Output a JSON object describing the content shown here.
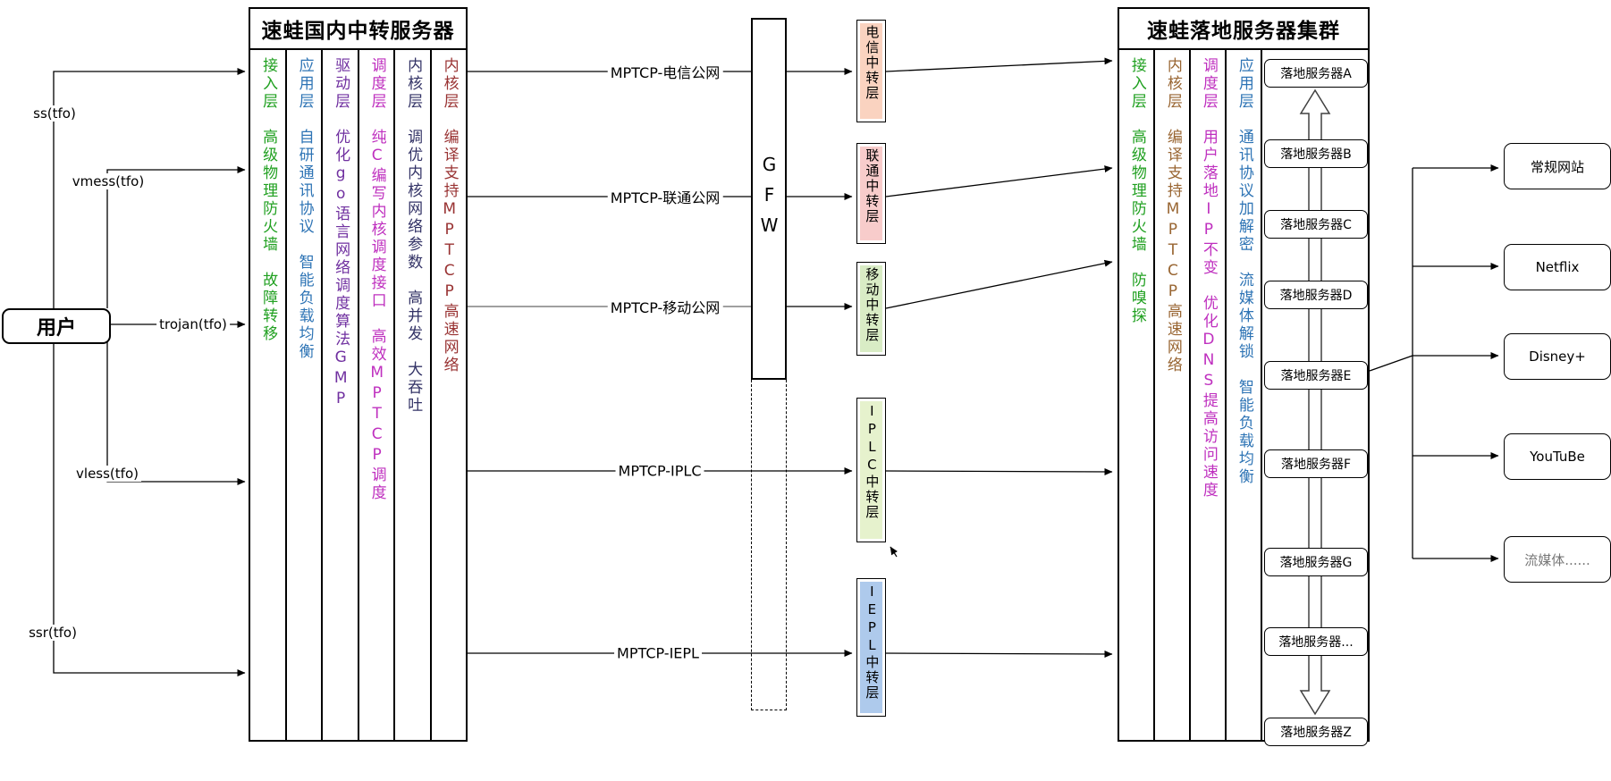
{
  "user": {
    "label": "用户"
  },
  "protocols": [
    "ss(tfo)",
    "vmess(tfo)",
    "trojan(tfo)",
    "vless(tfo)",
    "ssr(tfo)"
  ],
  "relay_server": {
    "title": "速蛙国内中转服务器",
    "columns": [
      {
        "color": "#20a020",
        "text": "接入层　高级物理防火墙　故障转移"
      },
      {
        "color": "#2e74b5",
        "text": "应用层　自研通讯协议　智能负载均衡"
      },
      {
        "color": "#7030a0",
        "text": "驱动层　优化go语言网络调度算法GMP"
      },
      {
        "color": "#bf30bf",
        "text": "调度层　纯C编写内核调度接口　高效MPTCP调度"
      },
      {
        "color": "#333366",
        "text": "内核层　调优内核网络参数　高并发　大吞吐"
      },
      {
        "color": "#993333",
        "text": "内核层　编译支持MPTCP高速网络"
      }
    ]
  },
  "gfw": {
    "label": "GFW"
  },
  "mptcp_links": [
    "MPTCP-电信公网",
    "MPTCP-联通公网",
    "MPTCP-移动公网",
    "MPTCP-IPLC",
    "MPTCP-IEPL"
  ],
  "relay_layers": [
    {
      "label": "电信中转层",
      "fill": "#fad3c0"
    },
    {
      "label": "联通中转层",
      "fill": "#f8cccb"
    },
    {
      "label": "移动中转层",
      "fill": "#d9ecc5"
    },
    {
      "label": "IPLC中转层",
      "fill": "#e6f2cd"
    },
    {
      "label": "IEPL中转层",
      "fill": "#aecaec"
    }
  ],
  "landing_cluster": {
    "title": "速蛙落地服务器集群",
    "columns": [
      {
        "color": "#20a020",
        "text": "接入层　高级物理防火墙　防嗅探"
      },
      {
        "color": "#996633",
        "text": "内核层　编译支持MPTCP高速网络"
      },
      {
        "color": "#bf30bf",
        "text": "调度层　用户落地IP不变　优化DNS提高访问速度"
      },
      {
        "color": "#2e74b5",
        "text": "应用层　通讯协议加解密　流媒体解锁　智能负载均衡"
      }
    ],
    "servers": [
      "落地服务器A",
      "落地服务器B",
      "落地服务器C",
      "落地服务器D",
      "落地服务器E",
      "落地服务器F",
      "落地服务器G",
      "落地服务器...",
      "落地服务器Z"
    ],
    "servers_with_outlink": "落地服务器E"
  },
  "websites": [
    "常规网站",
    "Netflix",
    "Disney+",
    "YouTuBe",
    "流媒体......"
  ],
  "colors": {
    "line": "#000000",
    "muted_line": "#808080"
  }
}
